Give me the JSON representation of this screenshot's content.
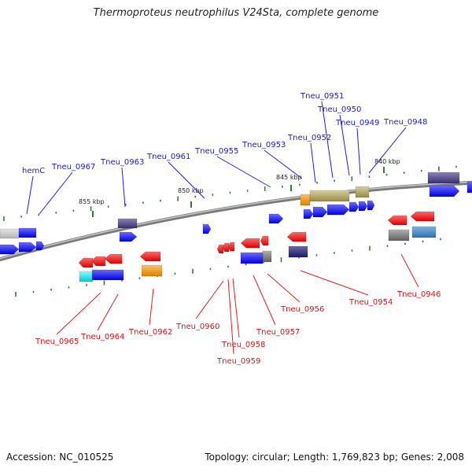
{
  "title": "Thermoproteus neutrophilus V24Sta, complete genome",
  "footer": {
    "accession": "Accession: NC_010525",
    "summary": "Topology: circular; Length: 1,769,823 bp; Genes: 2,008"
  },
  "colors": {
    "background": "#ffffff",
    "backbone": "#999999",
    "top_label": "#1a1acc",
    "bottom_label": "#cc1a1a",
    "leader_top": "#2020dd",
    "leader_bottom": "#dd2020",
    "tick": "#2e7d32"
  },
  "kbp_markers": [
    "855 kbp",
    "850 kbp",
    "845 kbp",
    "840 kbp"
  ],
  "top_labels": [
    "hemC",
    "Tneu_0967",
    "Tneu_0963",
    "Tneu_0961",
    "Tneu_0955",
    "Tneu_0953",
    "Tneu_0952",
    "Tneu_0951",
    "Tneu_0950",
    "Tneu_0949",
    "Tneu_0948"
  ],
  "bottom_labels": [
    "Tneu_0965",
    "Tneu_0964",
    "Tneu_0962",
    "Tneu_0960",
    "Tneu_0958",
    "Tneu_0959",
    "Tneu_0957",
    "Tneu_0956",
    "Tneu_0954",
    "Tneu_0946"
  ]
}
